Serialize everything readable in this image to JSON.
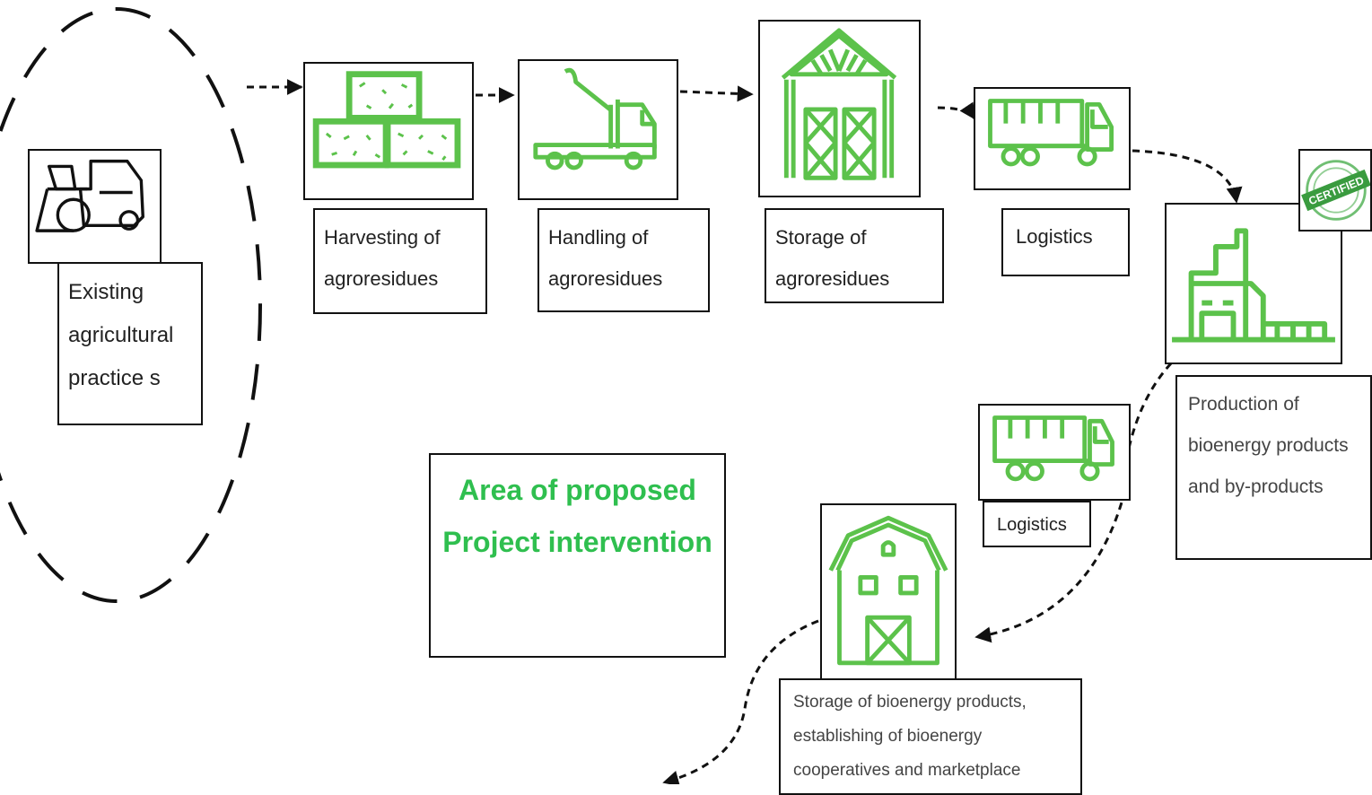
{
  "accent_color": "#5cc24b",
  "callout_color": "#2fbf4f",
  "existing": {
    "lines": [
      "Existing",
      "agricultural",
      "practice s"
    ],
    "icon": "tractor-icon"
  },
  "steps": [
    {
      "id": "harvesting",
      "lines": [
        "Harvesting of",
        "agroresidues"
      ],
      "icon": "hay-bales-icon"
    },
    {
      "id": "handling",
      "lines": [
        "Handling of",
        "agroresidues"
      ],
      "icon": "crane-truck-icon"
    },
    {
      "id": "storage",
      "lines": [
        "Storage of",
        "agroresidues"
      ],
      "icon": "warehouse-icon"
    },
    {
      "id": "logistics1",
      "lines": [
        "Logistics"
      ],
      "icon": "truck-icon"
    },
    {
      "id": "production",
      "lines": [
        "Production of",
        "bioenergy products",
        "and by-products"
      ],
      "icon": "factory-icon"
    },
    {
      "id": "logistics2",
      "lines": [
        "Logistics"
      ],
      "icon": "truck-icon"
    },
    {
      "id": "storage_bio",
      "lines": [
        "Storage of bioenergy products,",
        "establishing of bioenergy",
        "cooperatives and marketplace"
      ],
      "icon": "barn-icon"
    }
  ],
  "certified_badge": {
    "text": "CERTIFIED",
    "icon": "certified-stamp-icon"
  },
  "callout": {
    "lines": [
      "Area of proposed",
      "Project intervention"
    ]
  }
}
